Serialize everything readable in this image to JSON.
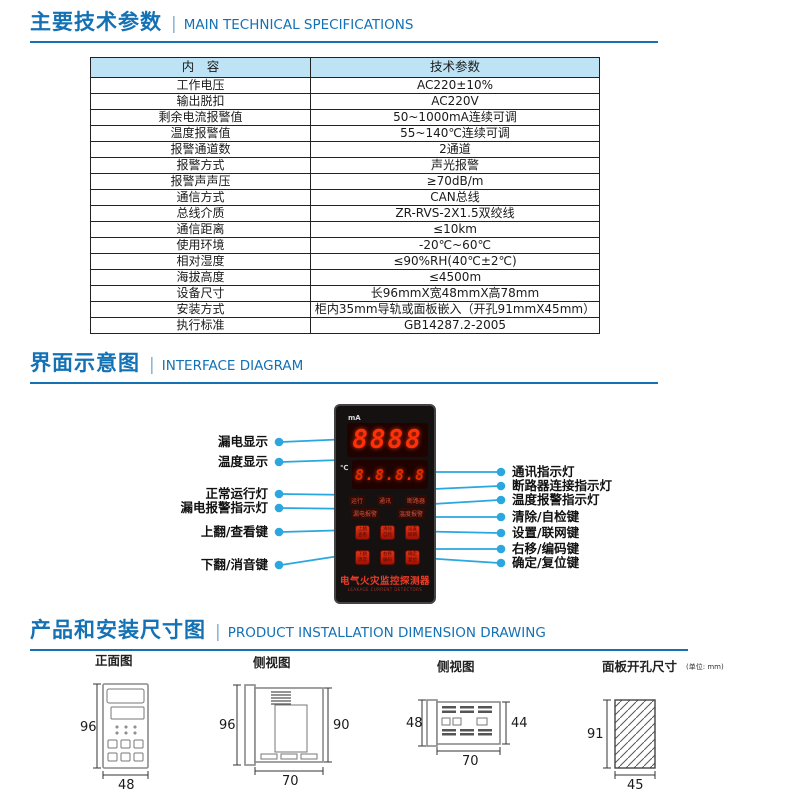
{
  "colors": {
    "accent_blue": "#1371B4",
    "leader_cyan": "#2AA7DE",
    "table_header_bg": "#BEE3F5",
    "device_display_red": "#FF2F08",
    "device_button_red": "#C9200E"
  },
  "sections": {
    "divider": "|",
    "specs": {
      "title_cn": "主要技术参数",
      "title_en": "MAIN TECHNICAL SPECIFICATIONS"
    },
    "interface": {
      "title_cn": "界面示意图",
      "title_en": "INTERFACE DIAGRAM"
    },
    "dimensions": {
      "title_cn": "产品和安装尺寸图",
      "title_en": "PRODUCT INSTALLATION DIMENSION DRAWING"
    }
  },
  "spec_table": {
    "headers": {
      "name": "内　容",
      "value": "技术参数"
    },
    "rows": [
      {
        "name": "工作电压",
        "value": "AC220±10%"
      },
      {
        "name": "输出脱扣",
        "value": "AC220V"
      },
      {
        "name": "剩余电流报警值",
        "value": "50~1000mA连续可调"
      },
      {
        "name": "温度报警值",
        "value": "55~140℃连续可调"
      },
      {
        "name": "报警通道数",
        "value": "2通道"
      },
      {
        "name": "报警方式",
        "value": "声光报警"
      },
      {
        "name": "报警声声压",
        "value": "≥70dB/m"
      },
      {
        "name": "通信方式",
        "value": "CAN总线"
      },
      {
        "name": "总线介质",
        "value": "ZR-RVS-2X1.5双绞线"
      },
      {
        "name": "通信距离",
        "value": "≤10km"
      },
      {
        "name": "使用环境",
        "value": "-20℃~60℃"
      },
      {
        "name": "相对湿度",
        "value": "≤90%RH(40℃±2℃)"
      },
      {
        "name": "海拔高度",
        "value": "≤4500m"
      },
      {
        "name": "设备尺寸",
        "value": "长96mmX宽48mmX高78mm"
      },
      {
        "name": "安装方式",
        "value": "柜内35mm导轨或面板嵌入（开孔91mmX45mm）"
      },
      {
        "name": "执行标准",
        "value": "GB14287.2-2005"
      }
    ]
  },
  "diagram": {
    "left_labels": [
      "漏电显示",
      "温度显示",
      "正常运行灯",
      "漏电报警指示灯",
      "上翻/查看键",
      "下翻/消音键"
    ],
    "right_labels": [
      "通讯指示灯",
      "断路器连接指示灯",
      "温度报警指示灯",
      "清除/自检键",
      "设置/联网键",
      "右移/编码键",
      "确定/复位键"
    ],
    "device": {
      "unit_top": "mA",
      "unit_bottom": "℃",
      "display1": "8888",
      "display2": "8.8.8.8",
      "indicators_row1": [
        "运行",
        "通讯",
        "断路器"
      ],
      "indicators_row2": [
        "漏电报警",
        "温度报警"
      ],
      "buttons": [
        {
          "top": "上翻",
          "bottom": "查看"
        },
        {
          "top": "清除",
          "bottom": "自检"
        },
        {
          "top": "设置",
          "bottom": "联网"
        },
        {
          "top": "下翻",
          "bottom": "消音"
        },
        {
          "top": "右移",
          "bottom": "编码"
        },
        {
          "top": "确定",
          "bottom": "复位"
        }
      ],
      "brand_cn": "电气火灾监控探测器",
      "brand_en": "LEAKAGE CURRENT DETECTORS"
    }
  },
  "drawings": {
    "front": {
      "title": "正面图",
      "dim_height": "96",
      "dim_width": "48"
    },
    "side1": {
      "title": "侧视图",
      "dim_left": "96",
      "dim_right": "90",
      "dim_width": "70"
    },
    "side2": {
      "title": "侧视图",
      "dim_left": "48",
      "dim_right": "44",
      "dim_width": "70"
    },
    "cutout": {
      "title": "面板开孔尺寸",
      "unit_note": "(单位: mm)",
      "dim_height": "91",
      "dim_width": "45"
    }
  }
}
